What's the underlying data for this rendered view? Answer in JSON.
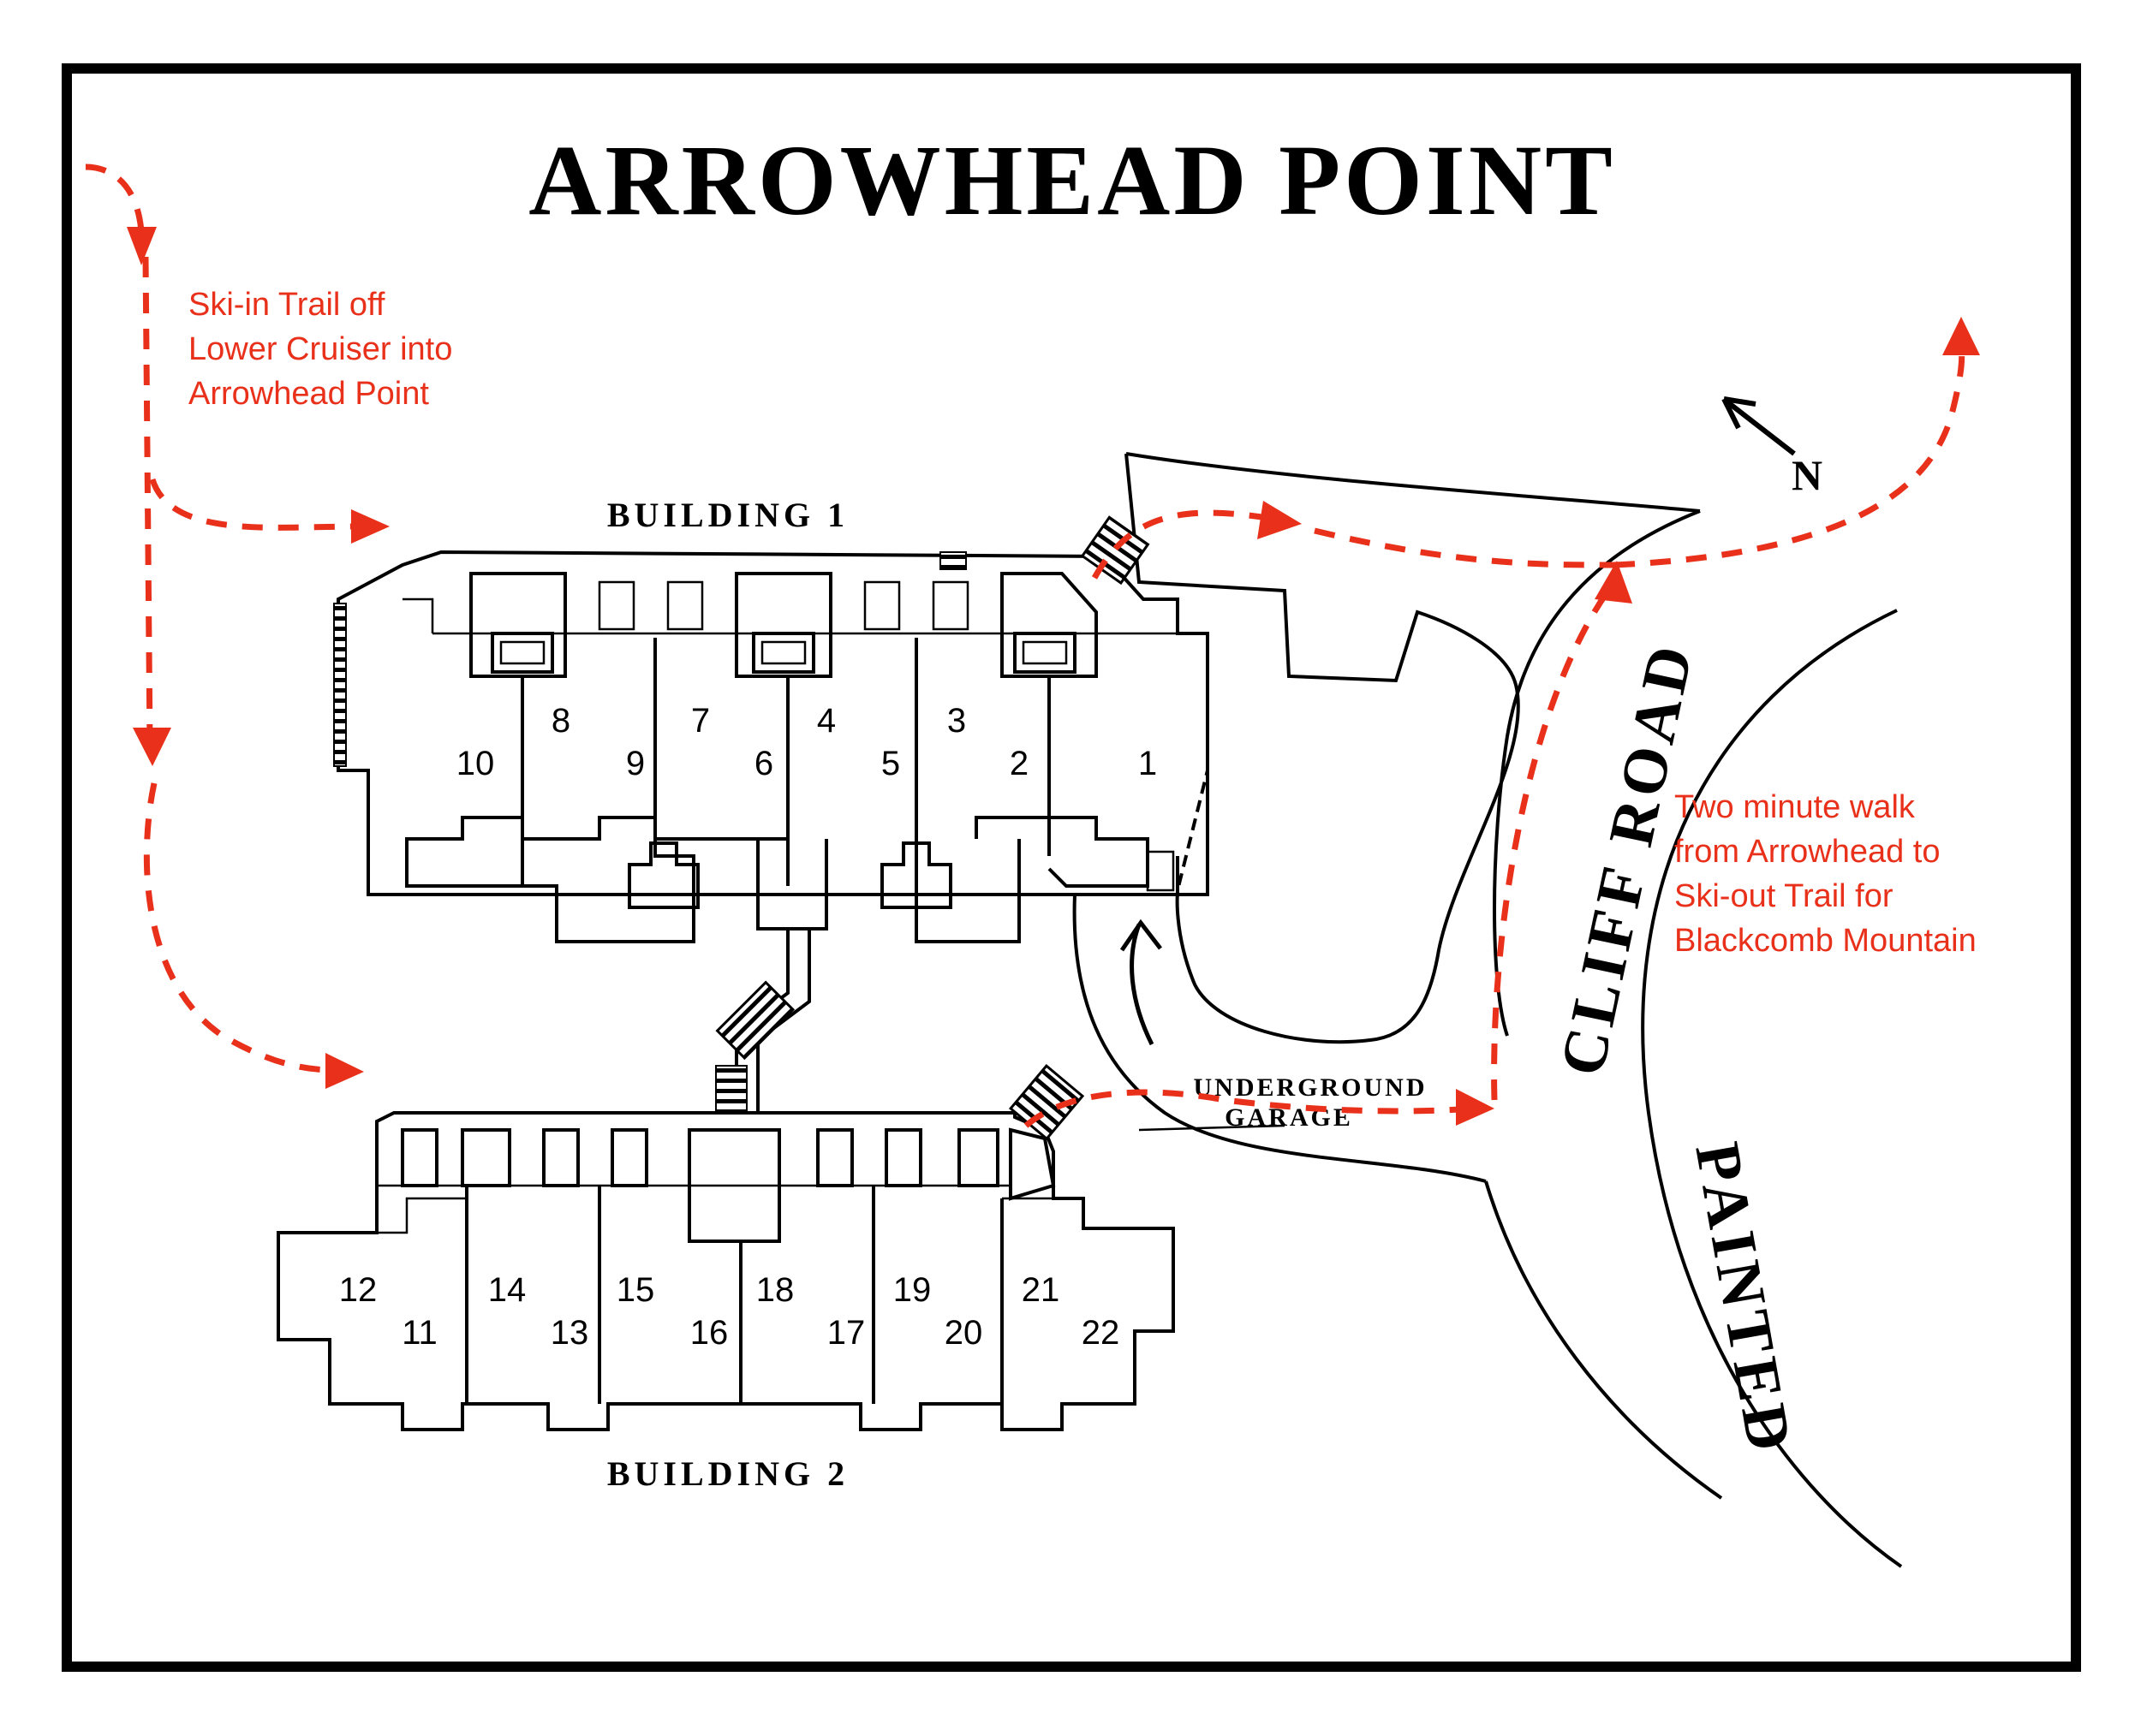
{
  "title": "ARROWHEAD  POINT",
  "buildings": {
    "building1": "BUILDING  1",
    "building2": "BUILDING  2"
  },
  "roads": {
    "cliff": "CLIFF  ROAD",
    "painted": "PAINTED",
    "garage_line1": "UNDERGROUND",
    "garage_line2": "GARAGE"
  },
  "north_label": "N",
  "notes": {
    "ski_in": [
      "Ski-in Trail off",
      "Lower Cruiser into",
      "Arrowhead Point"
    ],
    "ski_out": [
      "Two minute walk",
      "from Arrowhead to",
      "Ski-out Trail for",
      "Blackcomb Mountain"
    ]
  },
  "units": {
    "building1": [
      "1",
      "2",
      "3",
      "4",
      "5",
      "6",
      "7",
      "8",
      "9",
      "10"
    ],
    "building2": [
      "11",
      "12",
      "13",
      "14",
      "15",
      "16",
      "17",
      "18",
      "19",
      "20",
      "21",
      "22"
    ]
  },
  "colors": {
    "trail": "#e8301a",
    "lines": "#000000",
    "background": "#ffffff"
  },
  "icons": [
    "north-arrow-icon",
    "trail-arrow-icon",
    "driveway-arrow-icon",
    "stairs-icon"
  ]
}
